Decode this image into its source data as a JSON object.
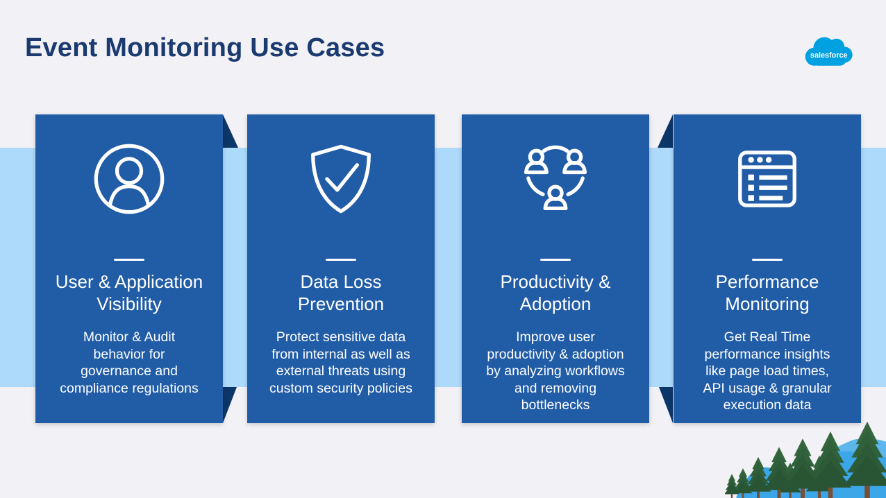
{
  "slide": {
    "title": "Event Monitoring Use Cases",
    "logo_text": "salesforce"
  },
  "colors": {
    "background": "#f2f1f5",
    "band_blue": "#addafb",
    "card_blue": "#215ca6",
    "fold_navy": "#0d3668",
    "heading_navy": "#1a3a70",
    "logo_blue": "#00a1e0",
    "card_text": "#ffffff",
    "hill_blue": "#3ba7e9",
    "tree_green": "#2e5d3a",
    "trunk_brown": "#7a4e35"
  },
  "cards": [
    {
      "icon": "user-circle-icon",
      "title": "User & Application Visibility",
      "description": "Monitor & Audit behavior for governance and compliance regulations"
    },
    {
      "icon": "shield-check-icon",
      "title": "Data Loss Prevention",
      "description": "Protect sensitive data from internal as well as external threats using custom security policies"
    },
    {
      "icon": "people-network-icon",
      "title": "Productivity & Adoption",
      "description": "Improve user productivity & adoption by analyzing workflows and removing bottlenecks"
    },
    {
      "icon": "browser-list-icon",
      "title": "Performance Monitoring",
      "description": "Get Real Time performance insights like page load times, API usage & granular execution data"
    }
  ]
}
